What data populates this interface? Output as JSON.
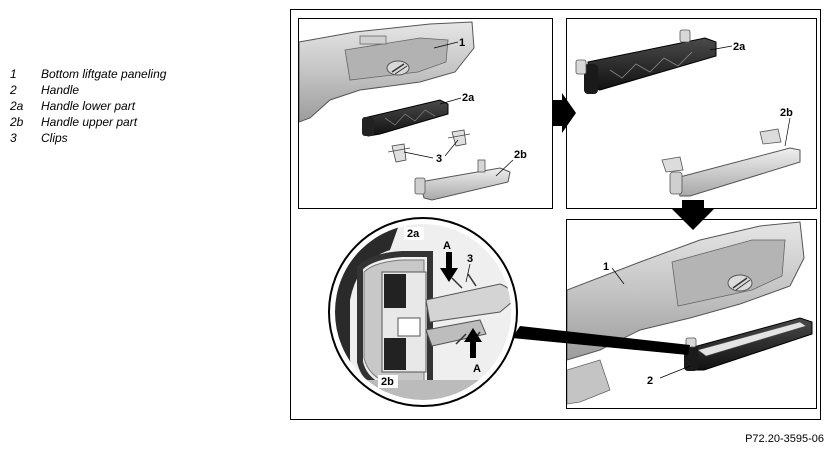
{
  "legend": [
    {
      "key": "1",
      "text": "Bottom liftgate paneling"
    },
    {
      "key": "2",
      "text": "Handle"
    },
    {
      "key": "2a",
      "text": "Handle lower part"
    },
    {
      "key": "2b",
      "text": "Handle upper part"
    },
    {
      "key": "3",
      "text": "Clips"
    }
  ],
  "callouts": {
    "p1_1": "1",
    "p1_2a": "2a",
    "p1_3": "3",
    "p1_2b": "2b",
    "p2_2a": "2a",
    "p2_2b": "2b",
    "p3_2a": "2a",
    "p3_A_top": "A",
    "p3_3": "3",
    "p3_A_bottom": "A",
    "p3_2b": "2b",
    "p4_1": "1",
    "p4_2": "2"
  },
  "reference": "P72.20-3595-06"
}
